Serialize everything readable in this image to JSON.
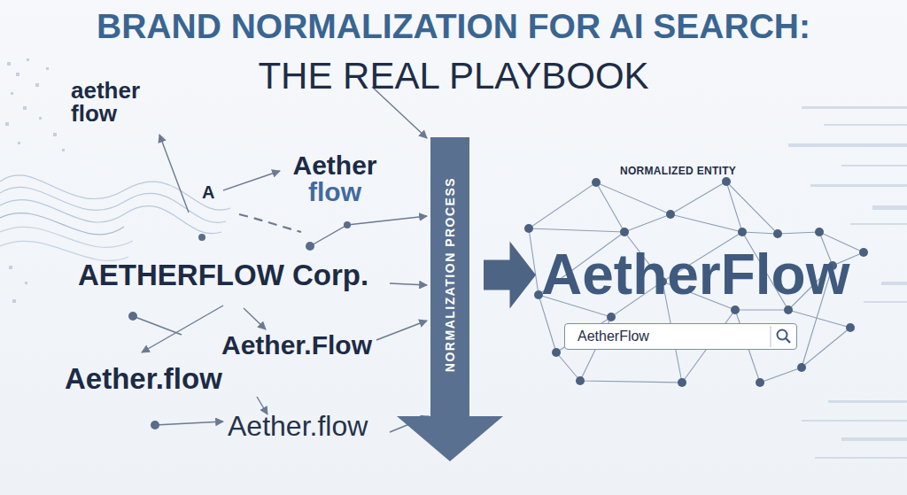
{
  "diagram": {
    "title": "BRAND NORMALIZATION FOR AI SEARCH: THE REAL PLAYBOOK",
    "nodes": [
      {
        "text": [
          "NORMALIZATION PROCESS"
        ]
      },
      {
        "text": [
          "NORMALIZED ENTITY",
          "AetherFlow"
        ]
      },
      {
        "text": [
          "AetherFlow"
        ],
        "in": 1
      }
    ],
    "edges": [
      {
        "from": 0,
        "to": 1,
        "arrow": "to"
      }
    ],
    "labels": [
      "aether flow",
      "A",
      "Aether flow",
      "AETHERFLOW Corp.",
      "Aether.Flow",
      "Aether.flow",
      "Aether.flow"
    ]
  }
}
